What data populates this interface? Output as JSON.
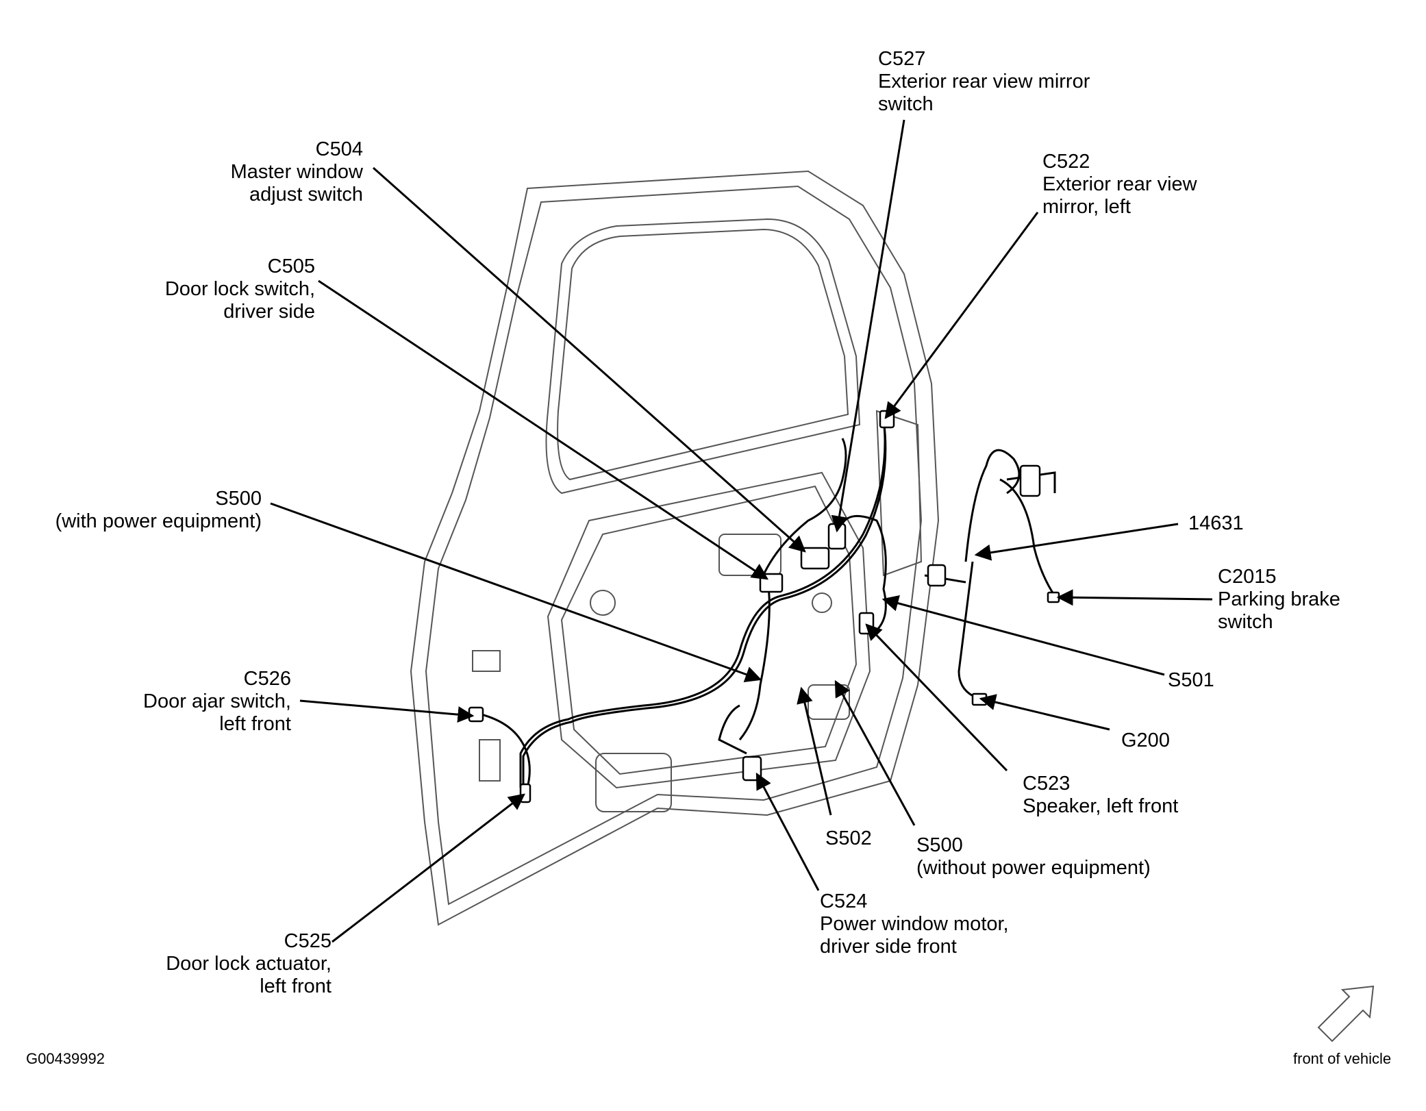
{
  "callouts": [
    {
      "id": "C527",
      "lines": [
        "C527",
        "Exterior rear view mirror",
        "switch"
      ]
    },
    {
      "id": "C504",
      "lines": [
        "C504",
        "Master window",
        "adjust switch"
      ]
    },
    {
      "id": "C522",
      "lines": [
        "C522",
        "Exterior rear view",
        "mirror, left"
      ]
    },
    {
      "id": "C505",
      "lines": [
        "C505",
        "Door lock switch,",
        "driver side"
      ]
    },
    {
      "id": "S500a",
      "lines": [
        "S500",
        "(with power equipment)"
      ]
    },
    {
      "id": "14631",
      "lines": [
        "14631"
      ]
    },
    {
      "id": "C2015",
      "lines": [
        "C2015",
        "Parking brake",
        "switch"
      ]
    },
    {
      "id": "S501",
      "lines": [
        "S501"
      ]
    },
    {
      "id": "C526",
      "lines": [
        "C526",
        "Door ajar switch,",
        "left front"
      ]
    },
    {
      "id": "G200",
      "lines": [
        "G200"
      ]
    },
    {
      "id": "C523",
      "lines": [
        "C523",
        "Speaker, left front"
      ]
    },
    {
      "id": "S502",
      "lines": [
        "S502"
      ]
    },
    {
      "id": "S500b",
      "lines": [
        "S500",
        "(without power equipment)"
      ]
    },
    {
      "id": "C524",
      "lines": [
        "C524",
        "Power window motor,",
        "driver side front"
      ]
    },
    {
      "id": "C525",
      "lines": [
        "C525",
        "Door lock actuator,",
        "left front"
      ]
    }
  ],
  "figure_id": "G00439992",
  "orientation_label": "front of vehicle",
  "colors": {
    "ink": "#000000",
    "paper": "#ffffff",
    "outline": "#555555"
  }
}
